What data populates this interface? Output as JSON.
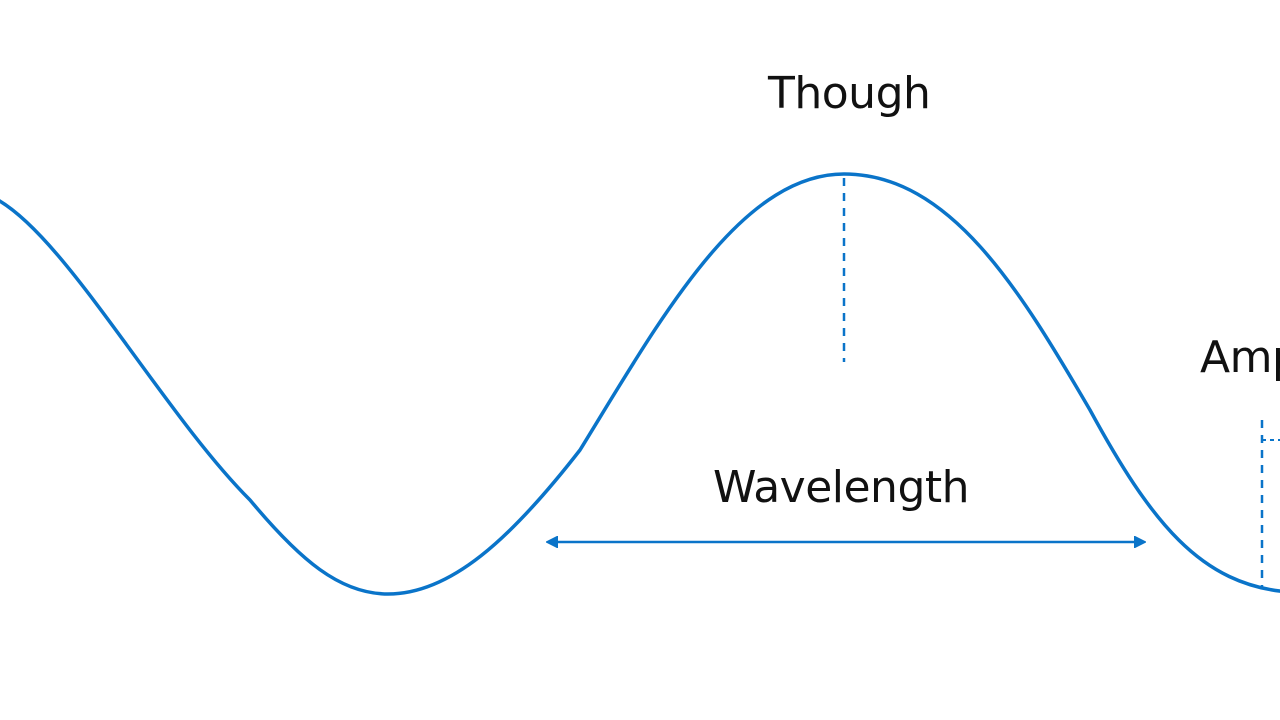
{
  "diagram": {
    "type": "sine-wave-anatomy",
    "labels": {
      "trough": "Though",
      "wavelength": "Wavelength",
      "amplitude": "Amp"
    },
    "colors": {
      "wave": "#0a74c9",
      "text": "#111111",
      "background": "#ffffff"
    }
  }
}
